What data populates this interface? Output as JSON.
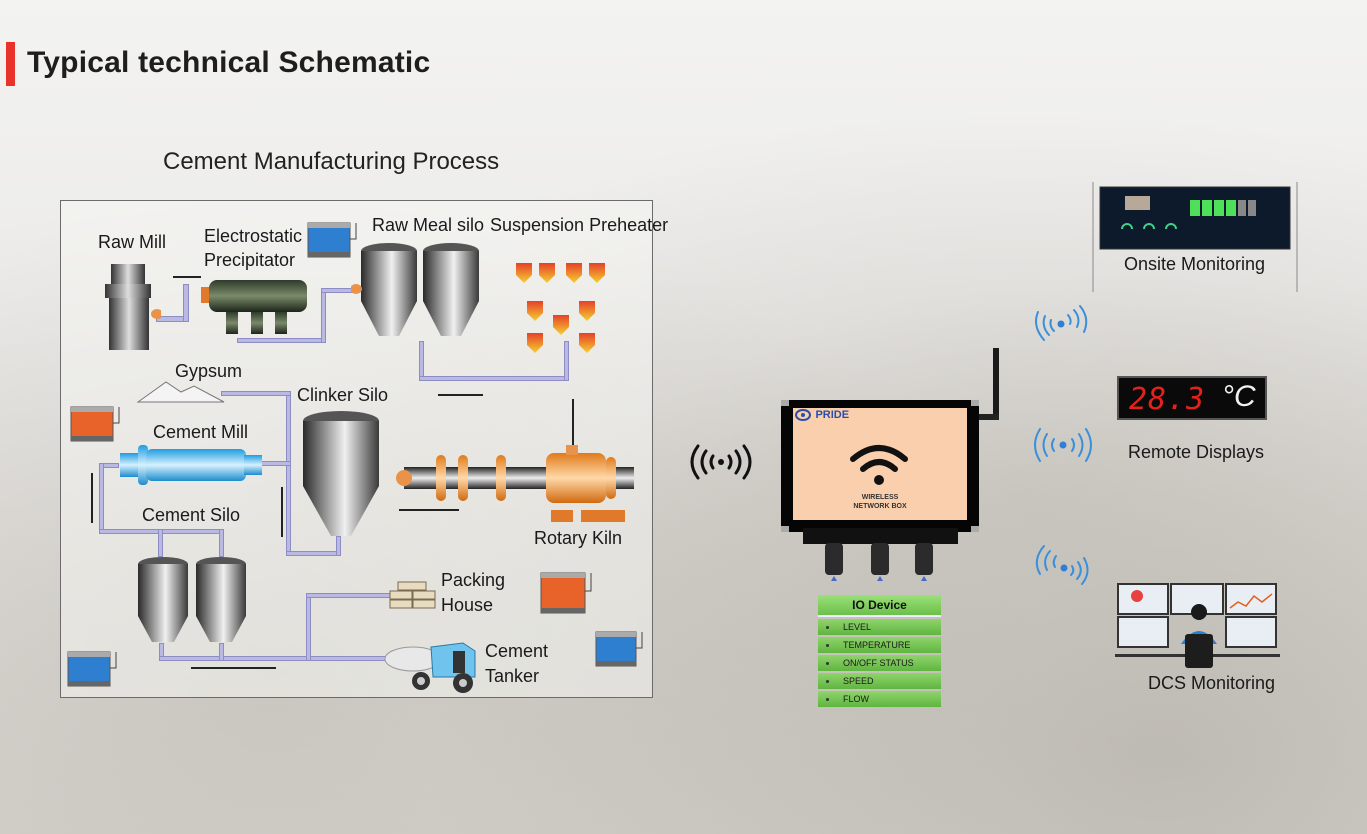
{
  "header": {
    "title": "Typical technical Schematic",
    "accent_color": "#e8322a"
  },
  "schematic": {
    "title": "Cement Manufacturing Process",
    "labels": {
      "raw_mill": "Raw Mill",
      "esp_line1": "Electrostatic",
      "esp_line2": "Precipitator",
      "raw_meal_silo": "Raw Meal silo",
      "suspension_preheater": "Suspension Preheater",
      "gypsum": "Gypsum",
      "clinker_silo": "Clinker Silo",
      "cement_mill": "Cement Mill",
      "cement_silo": "Cement Silo",
      "rotary_kiln": "Rotary Kiln",
      "packing_line1": "Packing",
      "packing_line2": "House",
      "tanker_line1": "Cement",
      "tanker_line2": "Tanker"
    },
    "io_modules": [
      "blue-io-module",
      "orange-io-module",
      "blue-io-module",
      "orange-io-module",
      "blue-io-module"
    ]
  },
  "network_box": {
    "brand": "PRIDE",
    "label_line1": "WIRELESS",
    "label_line2": "NETWORK BOX",
    "panel_color": "#f9cfae"
  },
  "io_device": {
    "title": "IO Device",
    "items": [
      "LEVEL",
      "TEMPERATURE",
      "ON/OFF STATUS",
      "SPEED",
      "FLOW"
    ]
  },
  "outputs": {
    "onsite": {
      "label": "Onsite Monitoring"
    },
    "remote": {
      "label": "Remote Displays",
      "reading": "28.3",
      "unit": "°C"
    },
    "dcs": {
      "label": "DCS Monitoring"
    }
  },
  "icons": {
    "wireless_left": "wireless-broadcast-icon",
    "wireless_right": "wireless-signal-icon",
    "wifi": "wifi-icon"
  }
}
